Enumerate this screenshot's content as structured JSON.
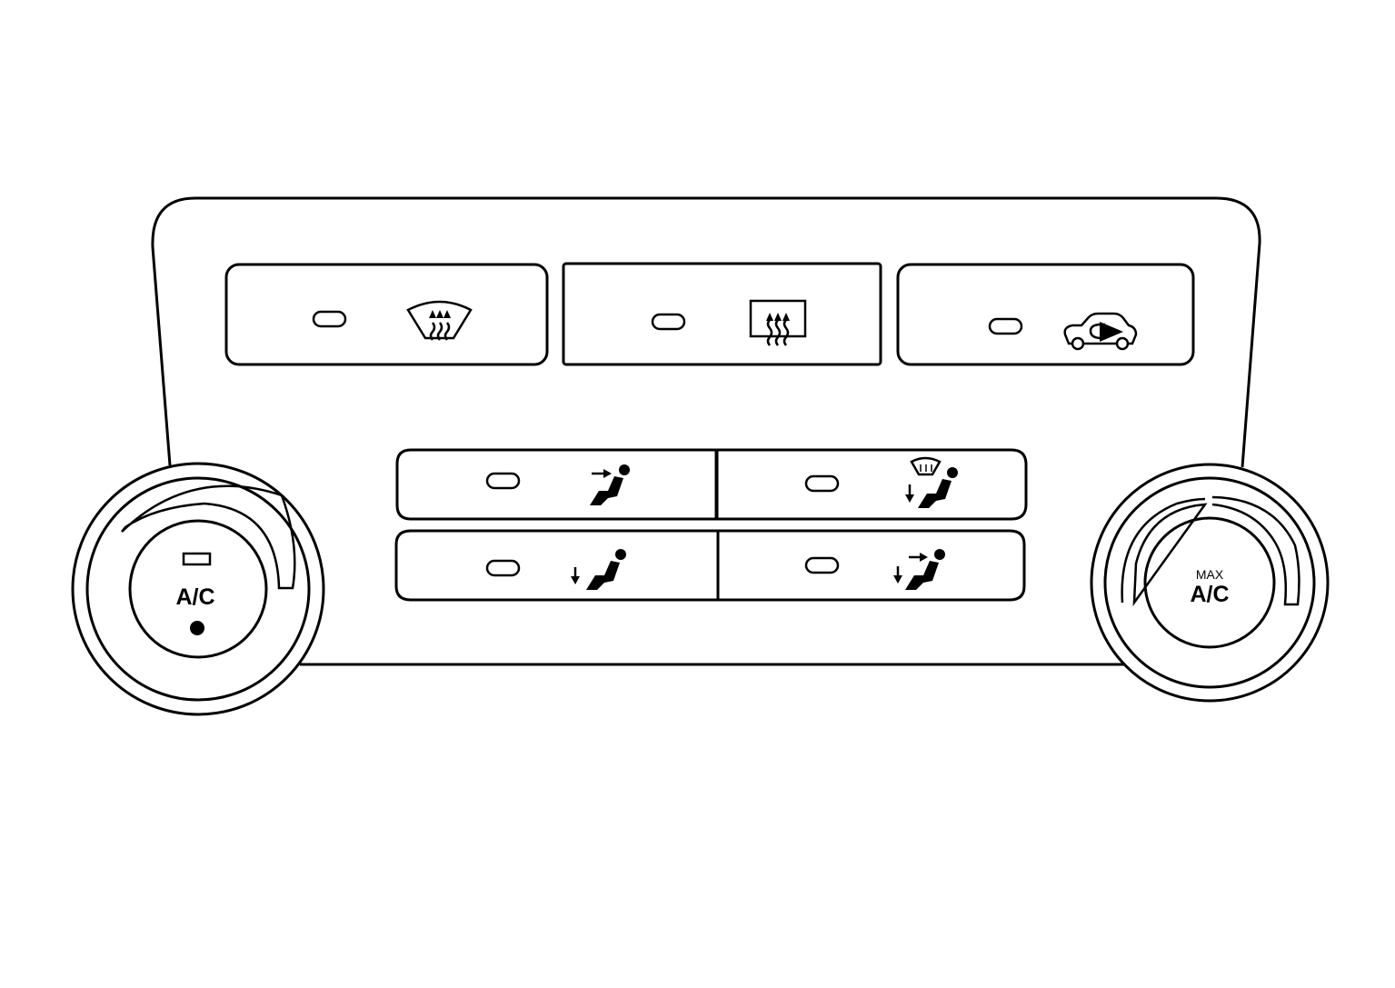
{
  "left_dial": {
    "label": "A/C",
    "icons": [
      "indicator-light-icon",
      "dot-icon",
      "temperature-arc-icon"
    ]
  },
  "right_dial": {
    "label_top": "MAX",
    "label_main": "A/C",
    "icons": [
      "temperature-arc-icon"
    ]
  },
  "top_buttons": [
    {
      "name": "windshield-defrost",
      "icon": "windshield-defrost-icon"
    },
    {
      "name": "rear-defrost",
      "icon": "rear-defrost-icon"
    },
    {
      "name": "recirculation",
      "icon": "recirculation-icon"
    }
  ],
  "mode_buttons": [
    {
      "name": "face-vent",
      "icon": "face-vent-icon"
    },
    {
      "name": "defrost-floor",
      "icon": "defrost-floor-icon"
    },
    {
      "name": "floor-vent",
      "icon": "floor-vent-icon"
    },
    {
      "name": "face-floor-vent",
      "icon": "face-floor-vent-icon"
    }
  ],
  "colors": {
    "line": "#000000",
    "background": "#ffffff"
  }
}
